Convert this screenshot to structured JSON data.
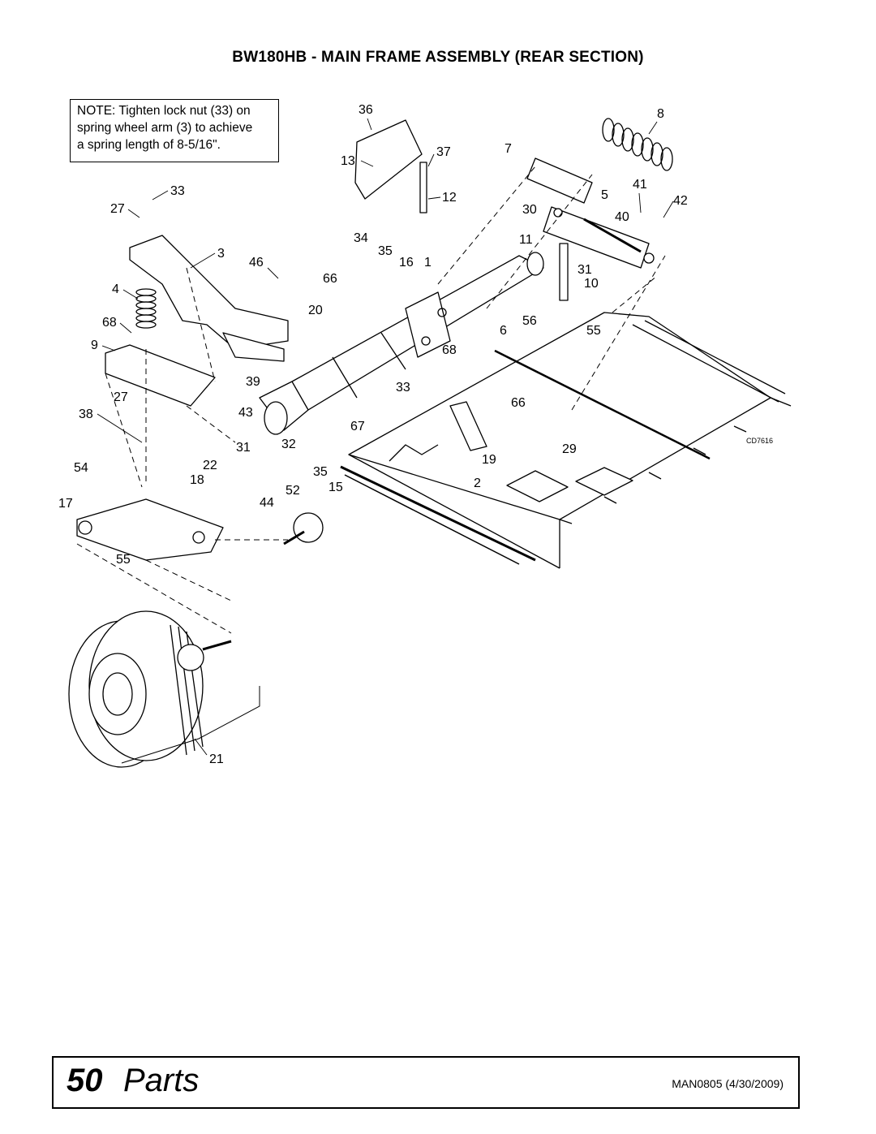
{
  "page": {
    "title": "BW180HB - MAIN FRAME ASSEMBLY (REAR SECTION)",
    "note_lines": [
      "NOTE: Tighten lock nut (33) on",
      "spring wheel arm (3) to achieve",
      "a spring length of 8-5/16\"."
    ],
    "drawing_code": "CD7616"
  },
  "callouts": [
    {
      "id": "36",
      "label": "36"
    },
    {
      "id": "8",
      "label": "8"
    },
    {
      "id": "7",
      "label": "7"
    },
    {
      "id": "37",
      "label": "37"
    },
    {
      "id": "13",
      "label": "13"
    },
    {
      "id": "12",
      "label": "12"
    },
    {
      "id": "33a",
      "label": "33"
    },
    {
      "id": "27a",
      "label": "27"
    },
    {
      "id": "41",
      "label": "41"
    },
    {
      "id": "5",
      "label": "5"
    },
    {
      "id": "42",
      "label": "42"
    },
    {
      "id": "30",
      "label": "30"
    },
    {
      "id": "40",
      "label": "40"
    },
    {
      "id": "3",
      "label": "3"
    },
    {
      "id": "34",
      "label": "34"
    },
    {
      "id": "11",
      "label": "11"
    },
    {
      "id": "35a",
      "label": "35"
    },
    {
      "id": "16",
      "label": "16"
    },
    {
      "id": "1",
      "label": "1"
    },
    {
      "id": "46",
      "label": "46"
    },
    {
      "id": "31a",
      "label": "31"
    },
    {
      "id": "66a",
      "label": "66"
    },
    {
      "id": "10",
      "label": "10"
    },
    {
      "id": "4",
      "label": "4"
    },
    {
      "id": "20",
      "label": "20"
    },
    {
      "id": "56",
      "label": "56"
    },
    {
      "id": "68a",
      "label": "68"
    },
    {
      "id": "6",
      "label": "6"
    },
    {
      "id": "55a",
      "label": "55"
    },
    {
      "id": "9",
      "label": "9"
    },
    {
      "id": "68b",
      "label": "68"
    },
    {
      "id": "39",
      "label": "39"
    },
    {
      "id": "33b",
      "label": "33"
    },
    {
      "id": "27b",
      "label": "27"
    },
    {
      "id": "66b",
      "label": "66"
    },
    {
      "id": "43",
      "label": "43"
    },
    {
      "id": "38",
      "label": "38"
    },
    {
      "id": "67",
      "label": "67"
    },
    {
      "id": "32",
      "label": "32"
    },
    {
      "id": "31b",
      "label": "31"
    },
    {
      "id": "29",
      "label": "29"
    },
    {
      "id": "22",
      "label": "22"
    },
    {
      "id": "19",
      "label": "19"
    },
    {
      "id": "54",
      "label": "54"
    },
    {
      "id": "35b",
      "label": "35"
    },
    {
      "id": "18",
      "label": "18"
    },
    {
      "id": "2",
      "label": "2"
    },
    {
      "id": "15",
      "label": "15"
    },
    {
      "id": "52",
      "label": "52"
    },
    {
      "id": "17",
      "label": "17"
    },
    {
      "id": "44",
      "label": "44"
    },
    {
      "id": "55b",
      "label": "55"
    },
    {
      "id": "21",
      "label": "21"
    }
  ],
  "footer": {
    "page_number": "50",
    "section": "Parts",
    "doc_ref": "MAN0805 (4/30/2009)"
  }
}
